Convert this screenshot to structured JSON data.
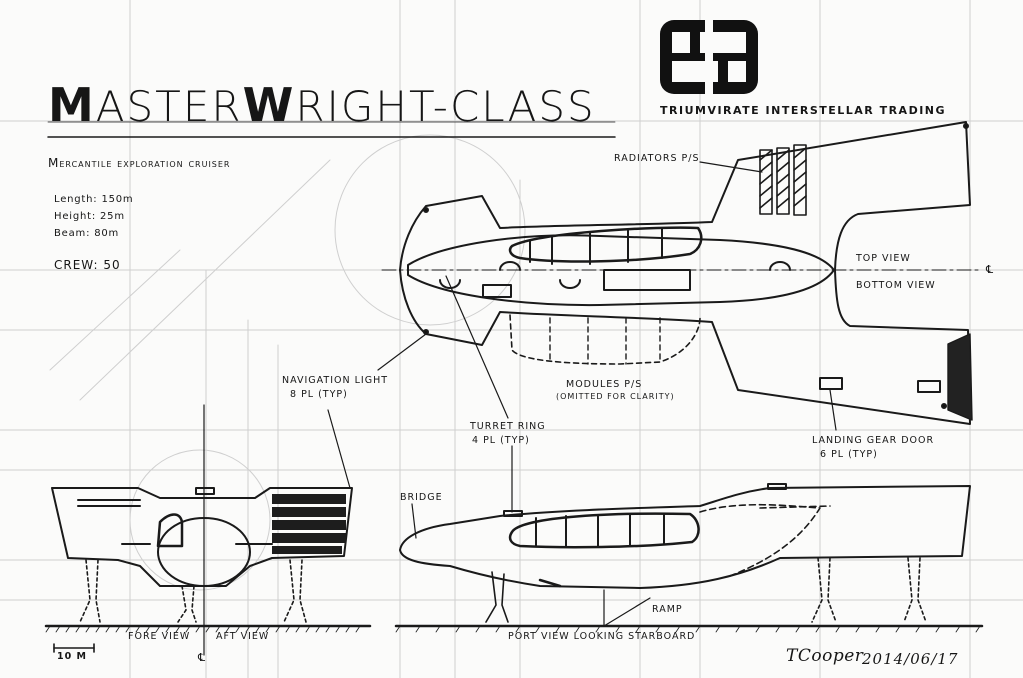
{
  "title_lead": "M",
  "title_mid": "ASTER",
  "title_w": "W",
  "title_rest": "RIGHT-CLASS",
  "subtitle": "Mercantile exploration cruiser",
  "specs": {
    "length": "Length: 150m",
    "height": "Height: 25m",
    "beam": "Beam: 80m",
    "crew": "CREW: 50"
  },
  "company": "TRIUMVIRATE INTERSTELLAR TRADING",
  "labels": {
    "radiators": "RADIATORS P/S",
    "top_view": "TOP VIEW",
    "bottom_view": "BOTTOM VIEW",
    "centerline": "℄",
    "nav_light_1": "NAVIGATION LIGHT",
    "nav_light_2": "8 PL (TYP)",
    "turret_1": "TURRET RING",
    "turret_2": "4 PL (TYP)",
    "modules_1": "MODULES P/S",
    "modules_2": "(OMITTED FOR CLARITY)",
    "gear_1": "LANDING GEAR DOOR",
    "gear_2": "6 PL (TYP)",
    "bridge": "BRIDGE",
    "ramp": "RAMP",
    "fore_view": "FORE VIEW",
    "aft_view": "AFT VIEW",
    "port_view": "PORT VIEW LOOKING STARBOARD",
    "scale": "10 M"
  },
  "signature": "TCooper",
  "date": "2014/06/17"
}
